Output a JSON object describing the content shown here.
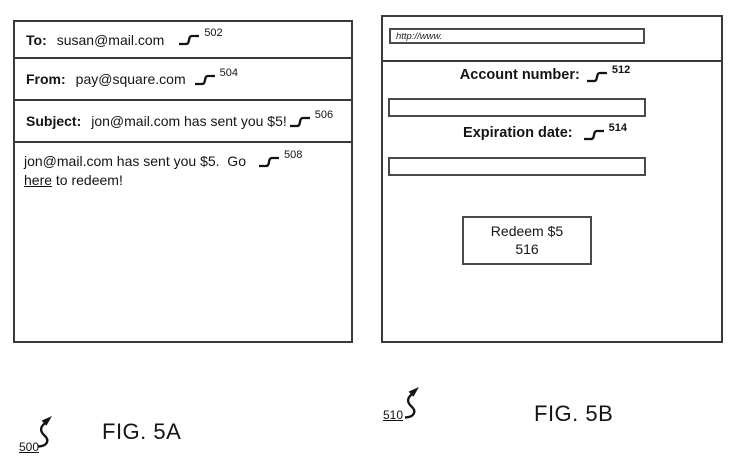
{
  "fig5a": {
    "title": "FIG. 5A",
    "figure_ref": "500",
    "email": {
      "to_label": "To:",
      "to_value": "susan@mail.com",
      "to_ref": "502",
      "from_label": "From:",
      "from_value": "pay@square.com",
      "from_ref": "504",
      "subject_label": "Subject:",
      "subject_value": "jon@mail.com has sent you $5!",
      "subject_ref": "506",
      "body_line1": "jon@mail.com has sent you $5.  Go",
      "body_ref": "508",
      "body_link": "here",
      "body_line2_rest": " to redeem!"
    }
  },
  "fig5b": {
    "title": "FIG. 5B",
    "figure_ref": "510",
    "browser": {
      "url_value": "http://www.",
      "account_label": "Account number:",
      "account_ref": "512",
      "expiration_label": "Expiration date:",
      "expiration_ref": "514",
      "redeem_button_line1": "Redeem $5",
      "redeem_button_line2": "516"
    }
  }
}
